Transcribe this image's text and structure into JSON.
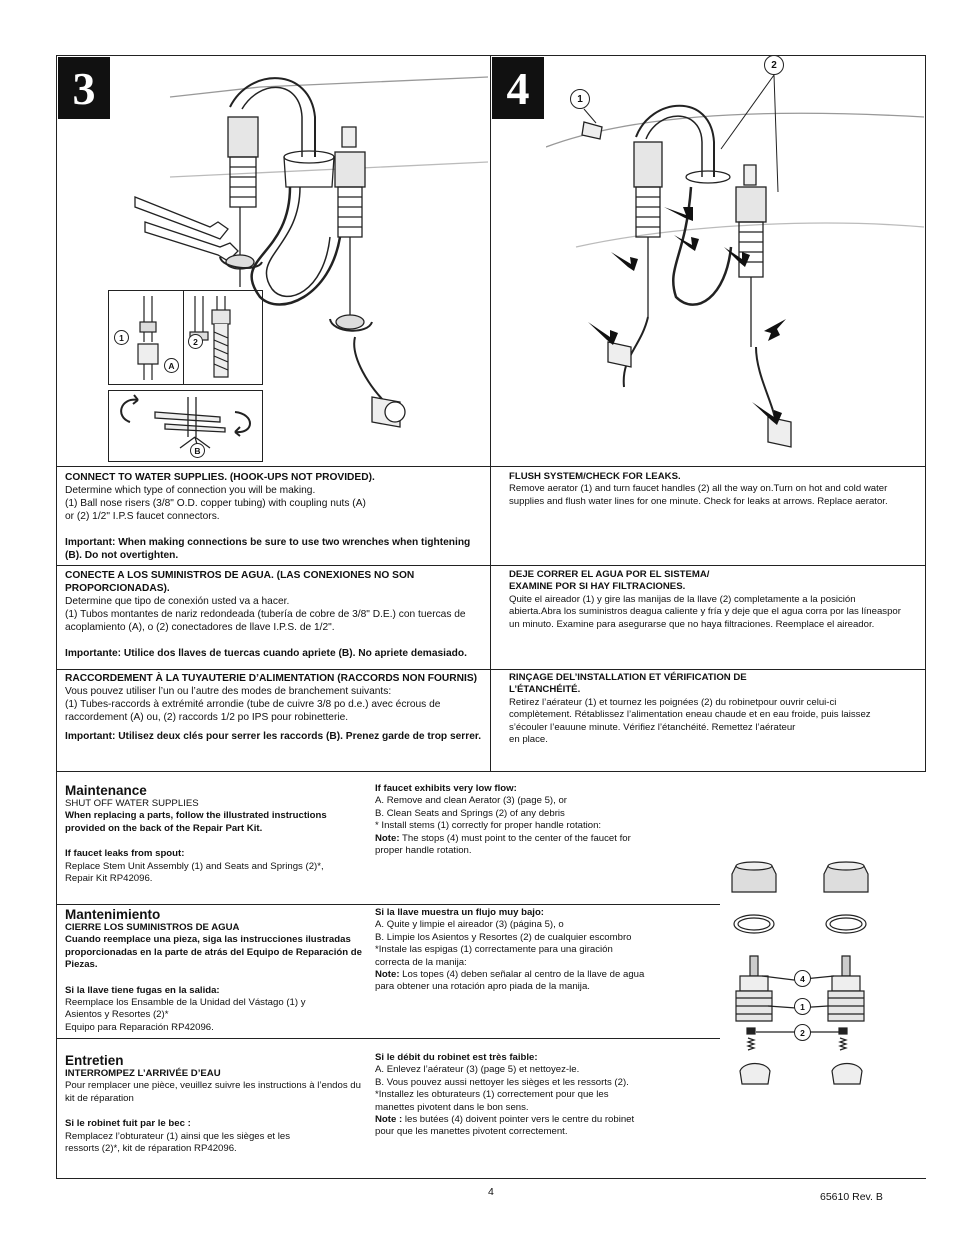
{
  "steps": {
    "step3": {
      "number": "3",
      "callouts": {
        "c1": "1",
        "c2": "2",
        "cA": "A",
        "cB": "B"
      },
      "en": {
        "title": "CONNECT TO WATER SUPPLIES. (HOOK-UPS NOT PROVIDED).",
        "body": "Determine which type of connection you will be making.\n(1) Ball nose risers (3/8\" O.D. copper tubing) with coupling nuts (A)\nor (2) 1/2\" I.P.S faucet connectors.",
        "important": "Important: When making connections be sure to use two wrenches when tightening (B). Do not overtighten."
      },
      "es": {
        "title": "CONECTE A LOS SUMINISTROS DE AGUA. (LAS CONEXIONES NO SON PROPORCIONADAS).",
        "body": "Determine que tipo de conexión usted va a hacer.\n(1) Tubos montantes de nariz redondeada (tubería de cobre de 3/8\" D.E.) con tuercas de acoplamiento (A), o (2) conectadores de llave I.P.S. de 1/2\".",
        "important": "Importante: Utilice dos llaves de tuercas cuando apriete (B). No apriete demasiado."
      },
      "fr": {
        "title": "RACCORDEMENT À LA TUYAUTERIE D’ALIMENTATION (RACCORDS NON FOURNIS)",
        "body": "Vous pouvez utiliser l’un ou l’autre des modes de branchement suivants:\n(1) Tubes-raccords à extrémité arrondie (tube de cuivre 3/8 po d.e.) avec écrous de raccordement (A) ou, (2) raccords 1/2 po IPS pour robinetterie.",
        "important": "Important: Utilisez deux clés pour serrer les raccords (B). Prenez garde de trop serrer."
      }
    },
    "step4": {
      "number": "4",
      "callouts": {
        "c1": "1",
        "c2": "2"
      },
      "en": {
        "title": "FLUSH SYSTEM/CHECK FOR LEAKS.",
        "body": "Remove aerator (1) and turn faucet handles (2) all the way on.Turn on hot and cold water supplies and flush water lines for one minute. Check for leaks at arrows. Replace aerator."
      },
      "es": {
        "title": "DEJE CORRER EL AGUA POR EL SISTEMA/\nEXAMINE POR SI HAY FILTRACIONES.",
        "body": "Quite el aireador (1) y gire las manijas de la llave (2) completamente a la posición abierta.Abra los suministros deagua caliente y fría y deje que el agua corra por las líneaspor un minuto. Examine para asegurarse que no haya filtraciones. Reemplace el aireador."
      },
      "fr": {
        "title": "RINÇAGE DEL’INSTALLATION ET VÉRIFICATION DE\nL’ÉTANCHÉITÉ.",
        "body": "Retirez l’aérateur (1) et tournez les poignées (2) du robinetpour ouvrir celui-ci complètement. Rétablissez l’alimentation eneau chaude et en eau froide, puis laissez s’écouler l’eauune minute. Vérifiez l’étanchéité. Remettez l’aérateur\nen place."
      }
    }
  },
  "maintenance": {
    "en": {
      "heading": "Maintenance",
      "shutoff": "SHUT OFF WATER SUPPLIES",
      "replacing": "When replacing a parts, follow the illustrated instructions provided on the back of the Repair Part Kit.",
      "leak_title": "If faucet leaks from spout:",
      "leak_body": "Replace Stem Unit Assembly (1) and Seats and Springs (2)*,\nRepair Kit RP42096.",
      "flow_title": "If faucet exhibits very low flow:",
      "flow_body": "A. Remove and clean Aerator (3) (page 5), or\nB. Clean Seats and Springs (2) of any debris\n* Install stems (1) correctly for proper handle rotation:",
      "note_label": "Note:",
      "note_body": " The stops (4) must point to the center of the faucet for\n   proper handle rotation."
    },
    "es": {
      "heading": "Mantenimiento",
      "shutoff": "CIERRE LOS SUMINISTROS DE AGUA",
      "replacing": "Cuando reemplace una pieza,  siga las instrucciones ilustradas proporcionadas en la parte de atrás del Equipo de Reparación de Piezas.",
      "leak_title": "Si la llave tiene fugas en la salida:",
      "leak_body": "Reemplace los Ensamble de la Unidad del Vástago (1) y\nAsientos y Resortes (2)*\nEquipo para Reparación RP42096.",
      "flow_title": "Si la llave muestra un flujo muy bajo:",
      "flow_body": "A. Quite y limpie el aireador (3) (página 5), o\nB. Limpie los Asientos y Resortes (2) de cualquier escombro\n*Instale las espigas (1) correctamente para una giración\n   correcta de la manija:",
      "note_label": "Note:",
      "note_body": " Los topes (4) deben señalar al centro de la llave de agua\n   para obtener una rotación apro piada de la manija."
    },
    "fr": {
      "heading": "Entretien",
      "shutoff": "INTERROMPEZ L’ARRIVÉE D’EAU",
      "replacing": "Pour remplacer une pièce, veuillez suivre les instructions à l’endos du kit de réparation",
      "leak_title": "Si le robinet fuit par le bec :",
      "leak_body": "Remplacez l’obturateur (1) ainsi que les sièges et les\nressorts (2)*, kit de réparation RP42096.",
      "flow_title": "Si le débit du robinet est très faible:",
      "flow_body": "A. Enlevez l’aérateur (3) (page 5) et nettoyez-le.\nB. Vous pouvez aussi nettoyer les sièges et les ressorts (2).\n*Installez les obturateurs (1) correctement pour que les\n manettes pivotent dans le bon sens.",
      "note_label": " Note :",
      "note_body": " les butées (4) doivent pointer vers le centre du robinet\n pour que les manettes pivotent correctement."
    },
    "callouts": {
      "c4": "4",
      "c1": "1",
      "c2": "2"
    }
  },
  "footer": {
    "page": "4",
    "doc": "65610  Rev. B"
  }
}
